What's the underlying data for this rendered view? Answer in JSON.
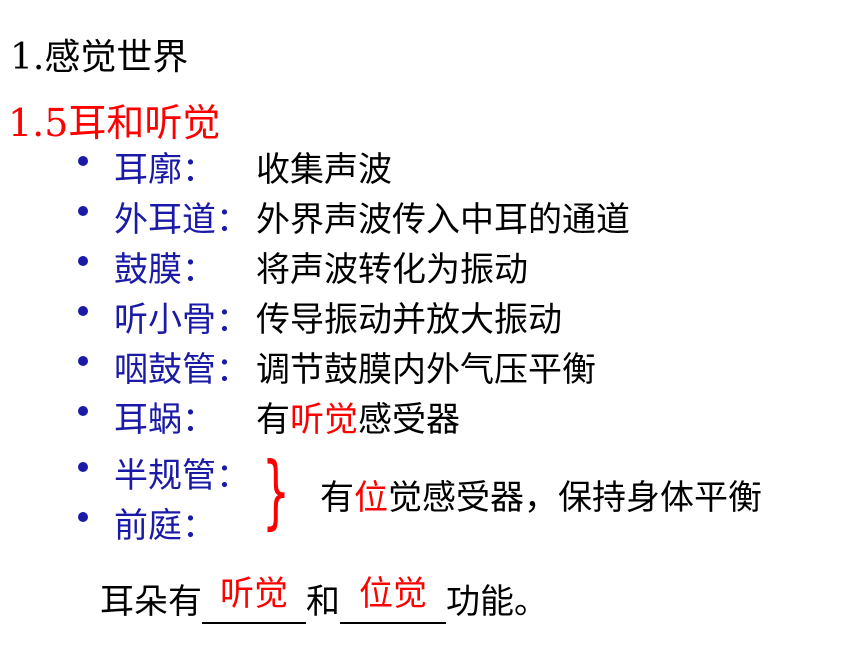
{
  "title": "1.感觉世界",
  "subtitle": "1.5耳和听觉",
  "items": [
    {
      "term": "耳廓：",
      "desc": "收集声波"
    },
    {
      "term": "外耳道：",
      "desc": "外界声波传入中耳的通道"
    },
    {
      "term": "鼓膜：",
      "desc": "将声波转化为振动"
    },
    {
      "term": "听小骨：",
      "desc": "传导振动并放大振动"
    },
    {
      "term": "咽鼓管：",
      "desc": "调节鼓膜内外气压平衡"
    },
    {
      "term": "耳蜗：",
      "desc_before": "有",
      "desc_highlight": "听觉",
      "desc_after": "感受器"
    },
    {
      "term": "半规管："
    },
    {
      "term": "前庭："
    }
  ],
  "brace": {
    "symbol": "}",
    "text_before": "有",
    "text_highlight": "位",
    "text_after": "觉感受器，保持身体平衡"
  },
  "summary": {
    "prefix": "耳朵有",
    "blank1": "听觉",
    "middle": "和",
    "blank2": "位觉",
    "suffix": "功能。"
  },
  "colors": {
    "term": "#1a1aa6",
    "highlight": "#ff0000"
  }
}
